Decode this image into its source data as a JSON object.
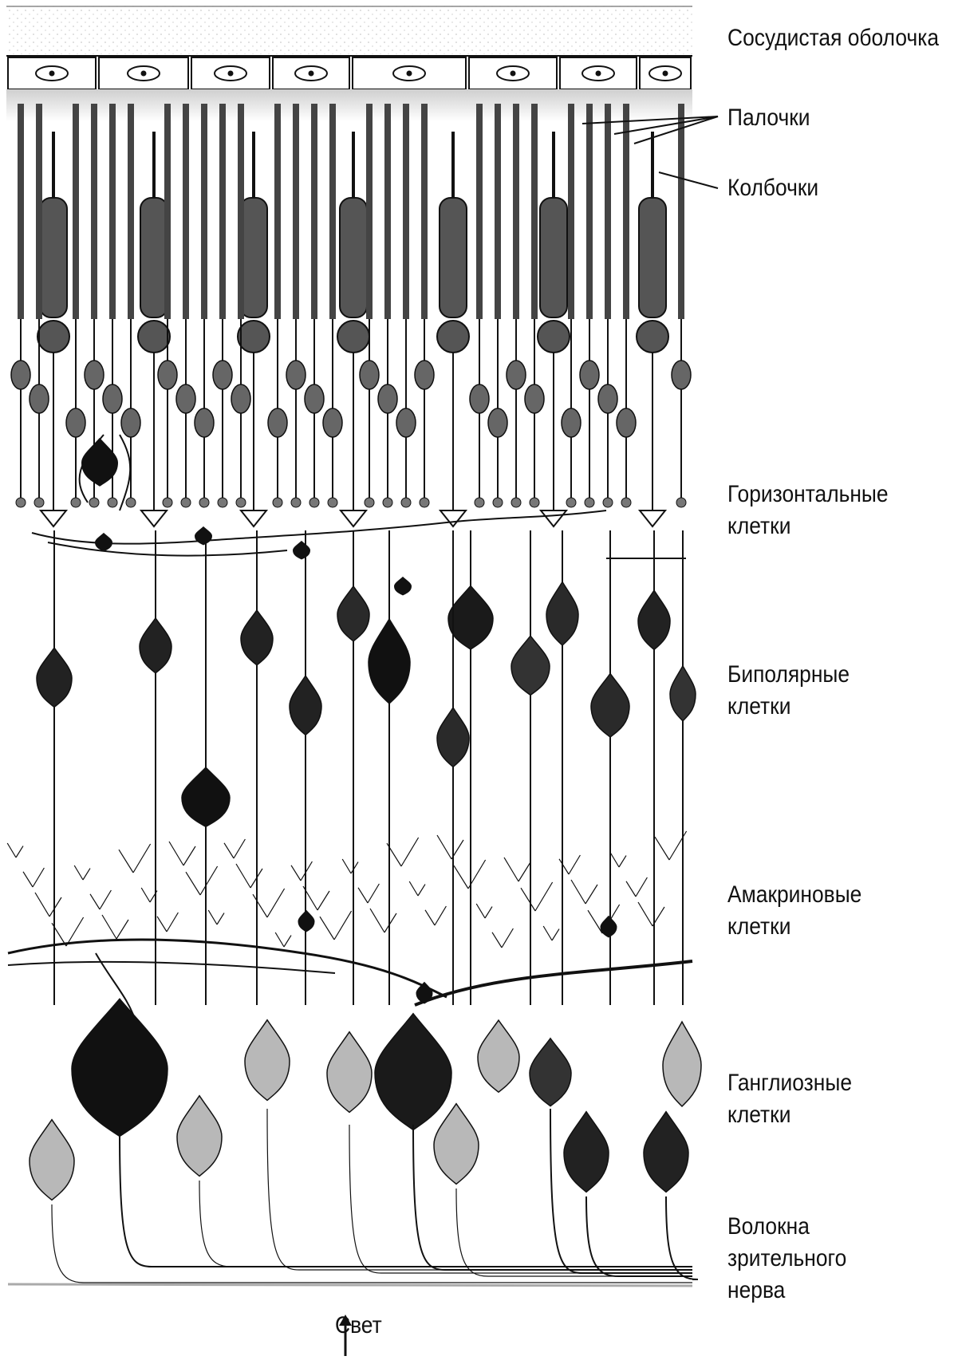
{
  "labels": {
    "choroid": "Сосудистая оболочка",
    "rods": "Палочки",
    "cones": "Колбочки",
    "horizontal": [
      "Горизонтальные",
      "клетки"
    ],
    "bipolar": [
      "Биполярные",
      "клетки"
    ],
    "amacrine": [
      "Амакриновые",
      "клетки"
    ],
    "ganglion": [
      "Ганглиозные",
      "клетки"
    ],
    "optic_nerve": [
      "Волокна",
      "зрительного",
      "нерва"
    ],
    "light": "Свет"
  },
  "colors": {
    "ink": "#111111",
    "cone_fill": "#555555",
    "rod_fill": "#444444",
    "dark_cell": "#1a1a1a",
    "mid_cell": "#3a3a3a",
    "pale_cell": "#b8b8b8",
    "choroid_dots": "#bdbdbd"
  }
}
